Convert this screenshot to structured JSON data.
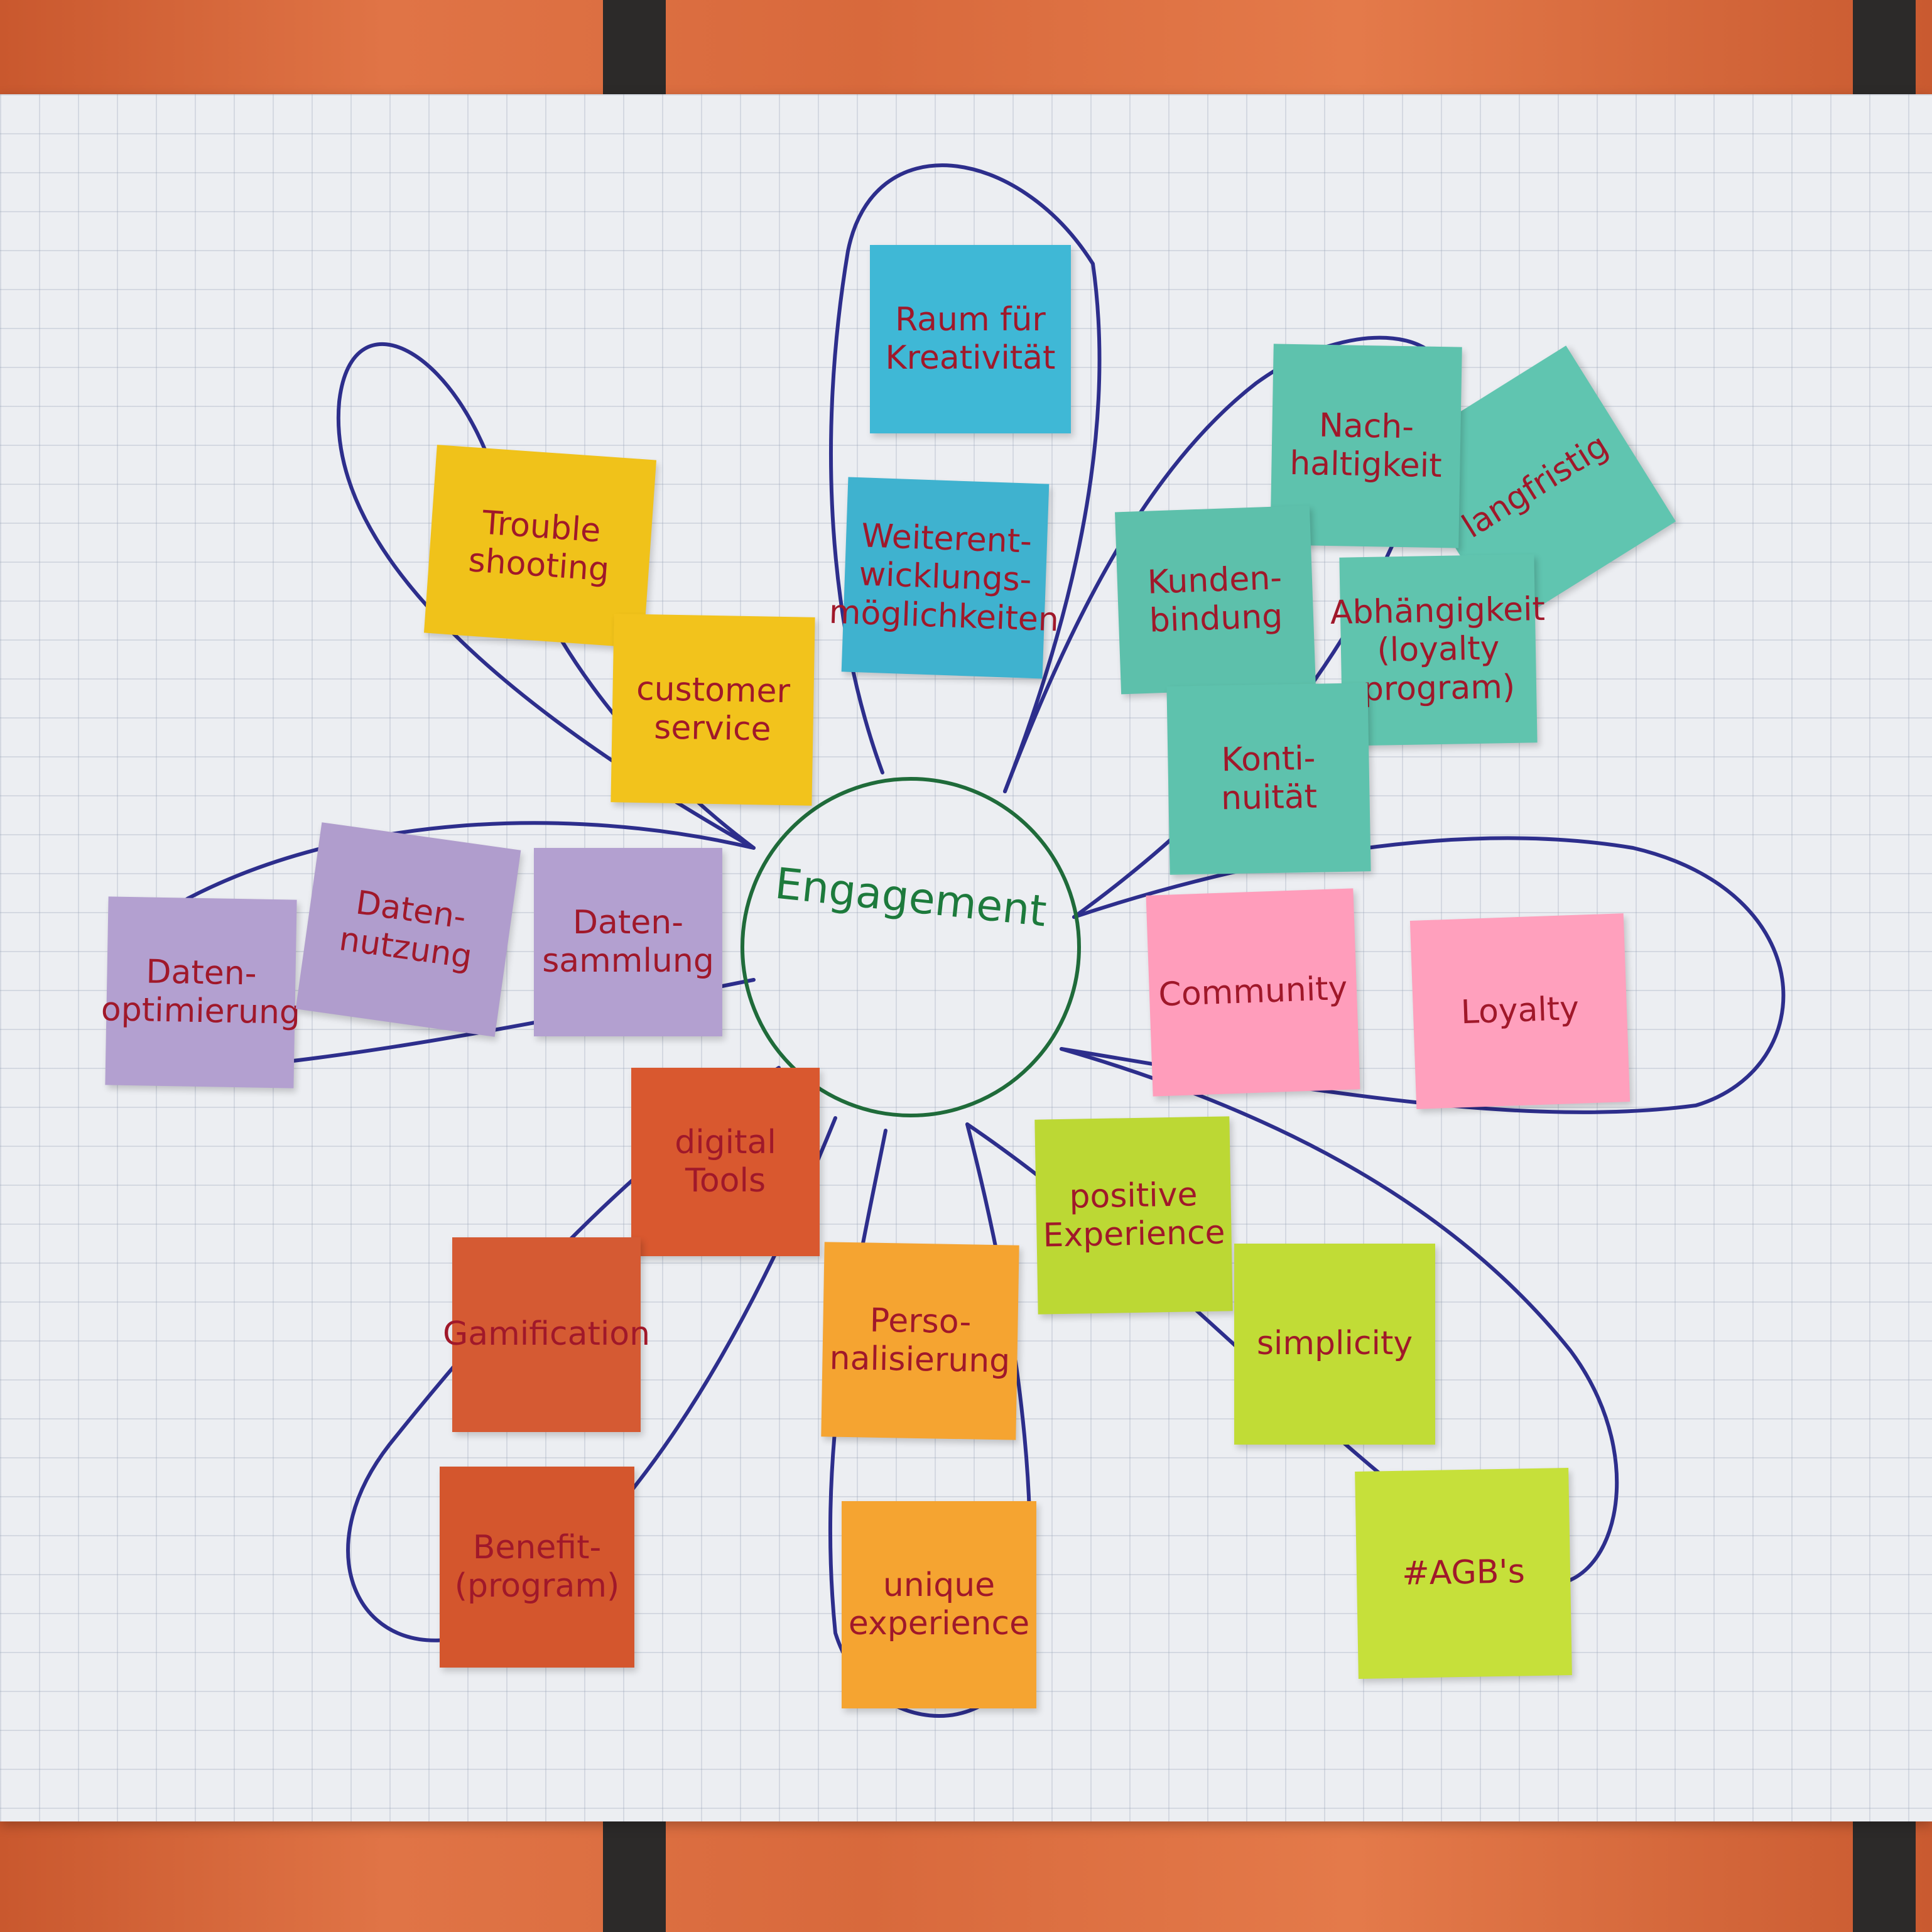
{
  "center": {
    "label": "Engagement"
  },
  "colors": {
    "petal_outline": "#2d2e8c",
    "center_outline": "#1f6b3a",
    "ink": "#a0182a",
    "center_ink": "#1d7a3c",
    "yellow": "#f0c21a",
    "blue": "#3fb5d2",
    "teal": "#5ec2ad",
    "purple": "#b3a0d0",
    "pink": "#ff9ebb",
    "orange_red": "#d9582f",
    "orange": "#f5a431",
    "lime": "#bcd834"
  },
  "petals": [
    {
      "id": "support",
      "color": "yellow",
      "notes": [
        {
          "text": "Trouble\nshooting"
        },
        {
          "text": "customer\nservice"
        }
      ]
    },
    {
      "id": "growth",
      "color": "blue",
      "notes": [
        {
          "text": "Raum für\nKreativität"
        },
        {
          "text": "Weiterent-\nwicklungs-\nmöglichkeiten"
        }
      ]
    },
    {
      "id": "retention",
      "color": "teal",
      "notes": [
        {
          "text": "langfristig"
        },
        {
          "text": "Nach-\nhaltigkeit"
        },
        {
          "text": "Kunden-\nbindung"
        },
        {
          "text": "Abhängigkeit\n(loyalty\nprogram)"
        },
        {
          "text": "Konti-\nnuität"
        }
      ]
    },
    {
      "id": "data",
      "color": "purple",
      "notes": [
        {
          "text": "Daten-\noptimierung"
        },
        {
          "text": "Daten-\nnutzung"
        },
        {
          "text": "Daten-\nsammlung"
        }
      ]
    },
    {
      "id": "community",
      "color": "pink",
      "notes": [
        {
          "text": "Community"
        },
        {
          "text": "Loyalty"
        }
      ]
    },
    {
      "id": "tools",
      "color": "orange_red",
      "notes": [
        {
          "text": "digital\nTools"
        },
        {
          "text": "Gamification"
        },
        {
          "text": "Benefit-\n(program)"
        }
      ]
    },
    {
      "id": "personal",
      "color": "orange",
      "notes": [
        {
          "text": "Perso-\nnalisierung"
        },
        {
          "text": "unique\nexperience"
        }
      ]
    },
    {
      "id": "experience",
      "color": "lime",
      "notes": [
        {
          "text": "positive\nExperience"
        },
        {
          "text": "simplicity"
        },
        {
          "text": "#AGB's"
        }
      ]
    }
  ]
}
